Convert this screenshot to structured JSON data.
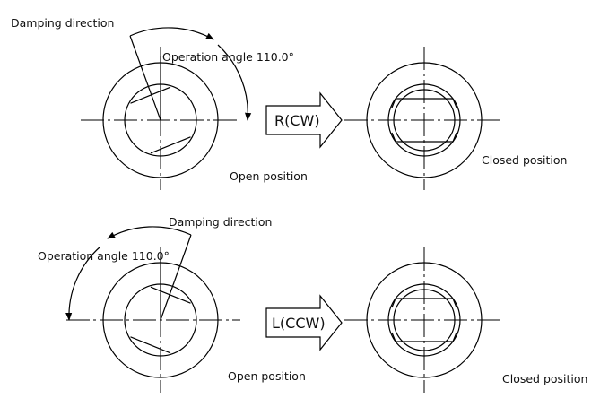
{
  "diagram": {
    "colors": {
      "stroke": "#000000",
      "text": "#111111",
      "background": "#ffffff"
    },
    "top_row": {
      "damping_direction": "Damping direction",
      "operation_angle": "Operation angle 110.0°",
      "rotation_label": "R(CW)",
      "open_position": "Open position",
      "closed_position": "Closed position"
    },
    "bottom_row": {
      "damping_direction": "Damping direction",
      "operation_angle": "Operation angle 110.0°",
      "rotation_label": "L(CCW)",
      "open_position": "Open position",
      "closed_position": "Closed position"
    }
  }
}
